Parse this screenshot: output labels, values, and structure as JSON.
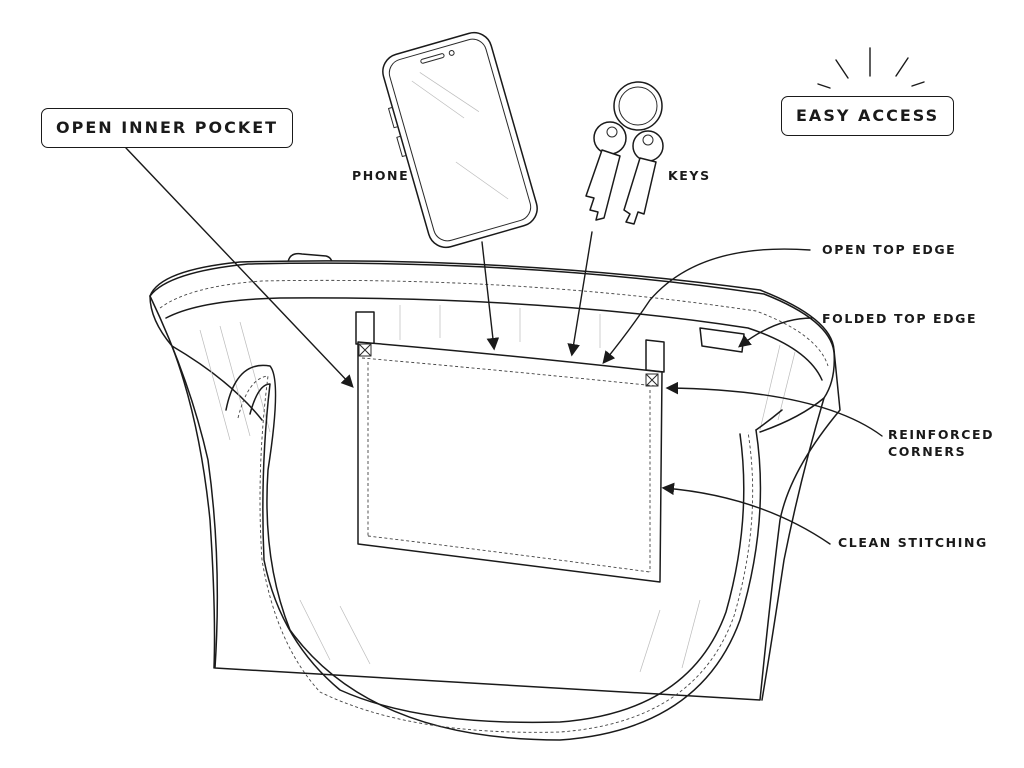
{
  "labels": {
    "open_inner_pocket": "OPEN INNER POCKET",
    "easy_access": "EASY ACCESS",
    "phone": "PHONE",
    "keys": "KEYS",
    "open_top_edge": "OPEN TOP EDGE",
    "folded_top_edge": "FOLDED TOP EDGE",
    "reinforced_corners_line1": "REINFORCED",
    "reinforced_corners_line2": "CORNERS",
    "clean_stitching": "CLEAN STITCHING"
  },
  "icons": {
    "phone": "phone-icon",
    "keys": "keys-icon",
    "sparkle": "burst-lines-icon",
    "bag": "tote-bag-illustration"
  },
  "colors": {
    "ink": "#1a1a1a",
    "background": "#ffffff"
  }
}
